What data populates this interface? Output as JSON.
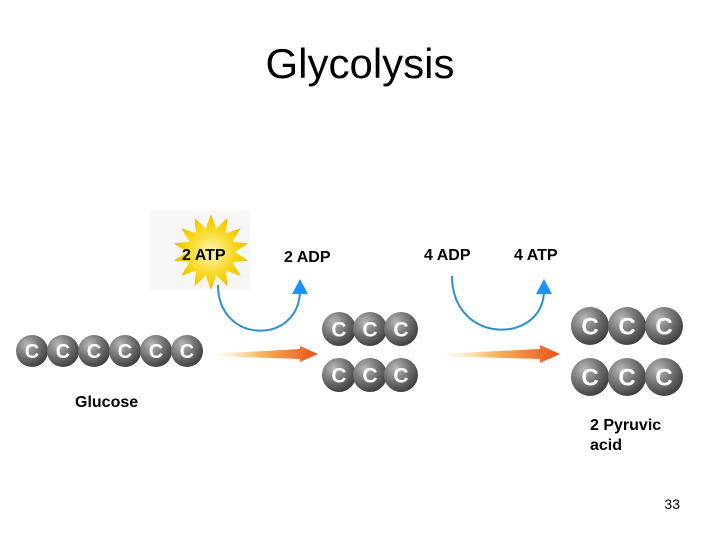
{
  "title": "Glycolysis",
  "labels": {
    "atp_in": "2 ATP",
    "adp_out": "2 ADP",
    "adp_in": "4 ADP",
    "atp_out": "4 ATP",
    "glucose": "Glucose",
    "pyruvic_line1": "2 Pyruvic",
    "pyruvic_line2": "acid"
  },
  "carbon_symbol": "C",
  "glucose_carbons": 6,
  "intermediate_carbons_per_row": 3,
  "pyruvic_carbons_per_row": 3,
  "page_number": "33",
  "colors": {
    "carbon": "#6f6f6f",
    "curve_arrow": "#2e8fd0",
    "arrowhead": "#1e90ff",
    "reaction_arrow_start": "#fff3d0",
    "reaction_arrow_end": "#e8521a",
    "burst": "#f5c400"
  },
  "icons": {
    "atp_burst": "starburst-icon",
    "reaction_arrow": "gradient-arrow-icon",
    "coupling_arrow": "curved-arrow-icon"
  }
}
